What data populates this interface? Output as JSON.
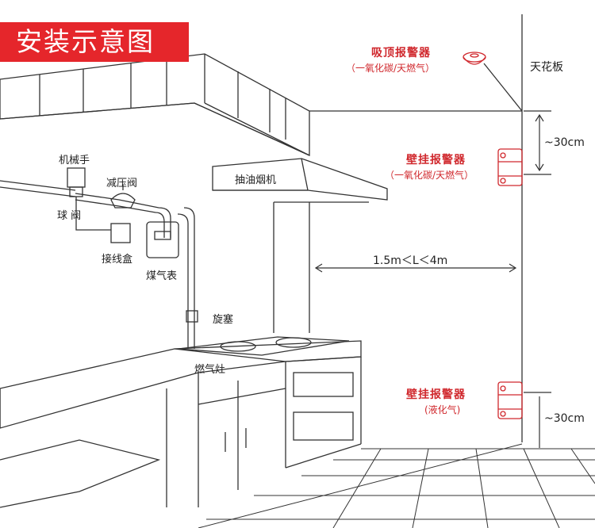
{
  "title": "安装示意图",
  "colors": {
    "accent": "#e5262b",
    "alarm": "#d0282d",
    "line": "#333333"
  },
  "ceiling_label": "天花板",
  "ceiling_alarm": {
    "title": "吸顶报警器",
    "subtitle": "（一氧化碳/天燃气）"
  },
  "wall_alarm_upper": {
    "title": "壁挂报警器",
    "subtitle": "（一氧化碳/天燃气）"
  },
  "wall_alarm_lower": {
    "title": "壁挂报警器",
    "subtitle": "(液化气)"
  },
  "dimensions": {
    "top_distance": "~30cm",
    "horizontal_range": "1.5m＜L＜4m",
    "bottom_distance": "~30cm"
  },
  "parts": {
    "manipulator": "机械手",
    "pressure_valve": "减压阀",
    "ball_valve": "球 阀",
    "junction_box": "接线盒",
    "gas_meter": "煤气表",
    "plug": "旋塞",
    "stove": "燃气灶",
    "range_hood": "抽油烟机"
  }
}
